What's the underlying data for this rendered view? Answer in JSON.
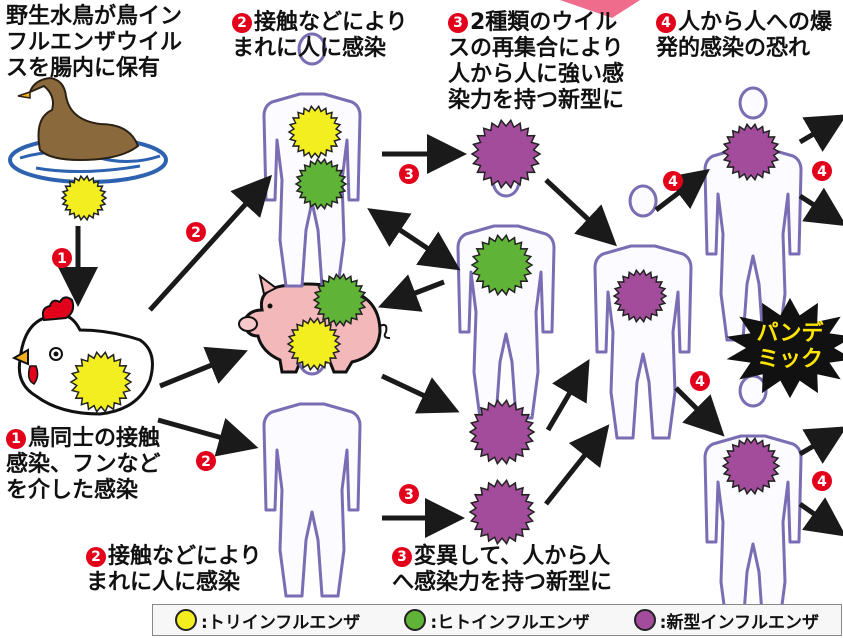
{
  "colors": {
    "bird_flu": "#f2ee20",
    "human_flu": "#5fb336",
    "new_flu": "#a34c9c",
    "arrow": "#1a1a1a",
    "badge": "#e3001b",
    "body_outline": "#7b6db3",
    "body_fill": "#fcfbff"
  },
  "captions": {
    "wild_bird": [
      "野生水鳥が鳥イン",
      "フルエンザウイル",
      "スを腸内に保有"
    ],
    "contact_top": {
      "num": "2",
      "lines": [
        "接触などにより",
        "まれに人に感染"
      ]
    },
    "reassortment": {
      "num": "3",
      "lines": [
        "2種類のウイル",
        "スの再集合により",
        "人から人に強い感",
        "染力を持つ新型に"
      ]
    },
    "outbreak": {
      "num": "4",
      "lines": [
        "人から人への爆",
        "発的感染の恐れ"
      ]
    },
    "bird_to_bird": {
      "num": "1",
      "lines": [
        "鳥同士の接触",
        "感染、フンなど",
        "を介した感染"
      ]
    },
    "contact_bottom": {
      "num": "2",
      "lines": [
        "接触などにより",
        "まれに人に感染"
      ]
    },
    "mutation": {
      "num": "3",
      "lines": [
        "変異して、人から人",
        "へ感染力を持つ新型に"
      ]
    }
  },
  "badges": {
    "b1": "1",
    "b2a": "2",
    "b2b": "2",
    "b3a": "3",
    "b3b": "3",
    "b4a": "4",
    "b4b": "4",
    "b4c": "4",
    "b4d": "4"
  },
  "pandemic_label": [
    "パンデ",
    "ミック"
  ],
  "legend": [
    {
      "label": ":トリインフルエンザ",
      "color": "#f2ee20",
      "icon": "bird-flu-virus-icon"
    },
    {
      "label": ":ヒトインフルエンザ",
      "color": "#5fb336",
      "icon": "human-flu-virus-icon"
    },
    {
      "label": ":新型インフルエンザ",
      "color": "#a34c9c",
      "icon": "new-flu-virus-icon"
    }
  ]
}
